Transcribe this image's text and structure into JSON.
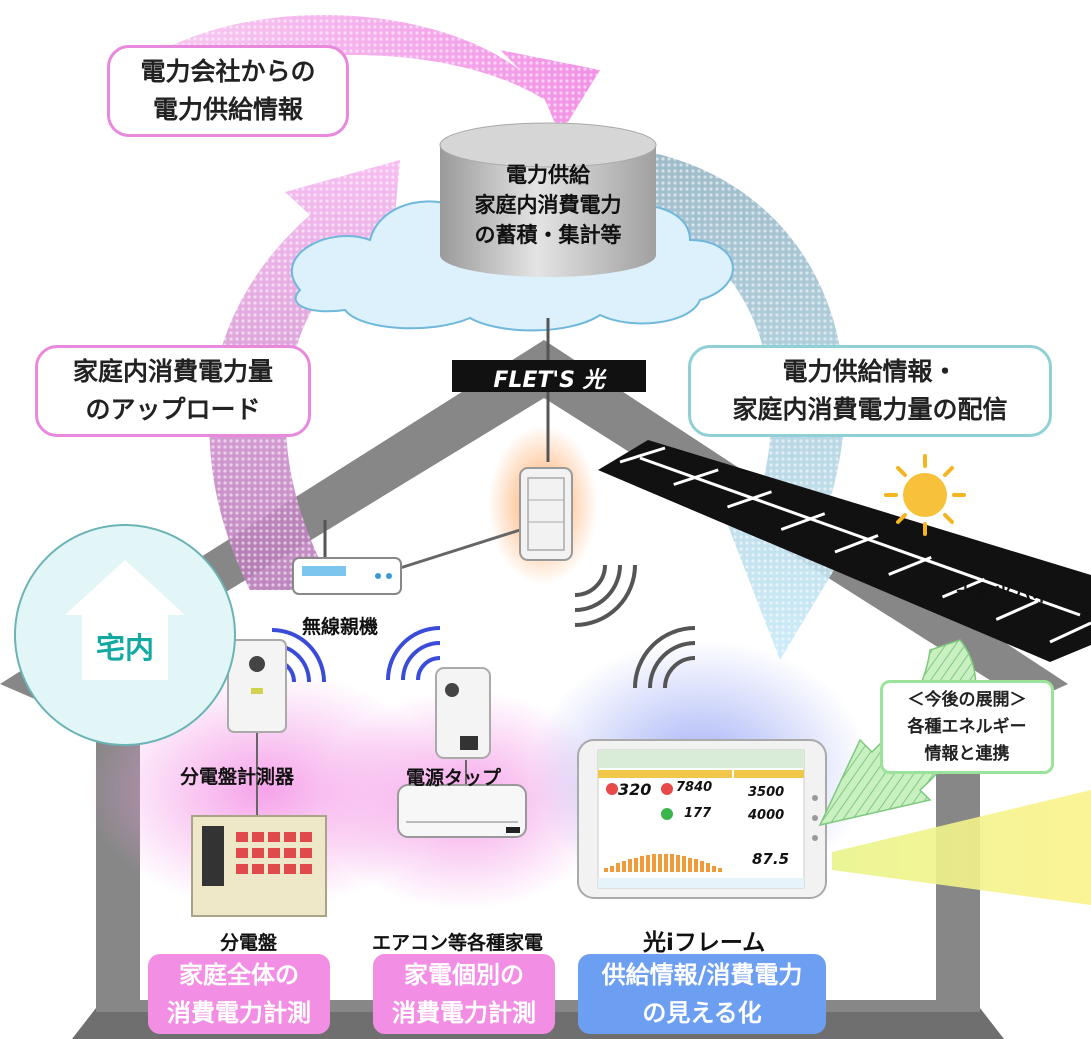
{
  "labels": {
    "power_company_line1": "電力会社からの",
    "power_company_line2": "電力供給情報",
    "cloud_line1": "電力供給",
    "cloud_line2": "家庭内消費電力",
    "cloud_line3": "の蓄積・集計等",
    "upload_line1": "家庭内消費電力量",
    "upload_line2": "のアップロード",
    "distribute_line1": "電力供給情報・",
    "distribute_line2": "家庭内消費電力量の配信",
    "flets": "FLET'S 光",
    "solar_panel": "太陽光パネル",
    "home": "宅内",
    "wireless_base": "無線親機",
    "panel_meter": "分電盤計測器",
    "power_tap": "電源タップ",
    "distribution_board": "分電盤",
    "aircon": "エアコン等各種家電",
    "hikari_frame": "光iフレーム",
    "future_line1": "＜今後の展開＞",
    "future_line2": "各種エネルギー",
    "future_line3": "情報と連携"
  },
  "pills": {
    "home_total_line1": "家庭全体の",
    "home_total_line2": "消費電力計測",
    "appliance_line1": "家電個別の",
    "appliance_line2": "消費電力計測",
    "visual_line1": "供給情報/消費電力",
    "visual_line2": "の見える化"
  },
  "tablet_screen": {
    "value_1": "320",
    "value_2": "7840",
    "value_3": "177",
    "value_4": "3500",
    "value_5": "4000",
    "value_6": "87.5"
  },
  "colors": {
    "pink": "#f08ee6",
    "pink_border": "#e889dd",
    "blue_border": "#8fd0d6",
    "green_border": "#9be29b",
    "pill_pink": "#f28ee4",
    "pill_blue": "#6c9ef2",
    "roof_gray": "#878787"
  }
}
